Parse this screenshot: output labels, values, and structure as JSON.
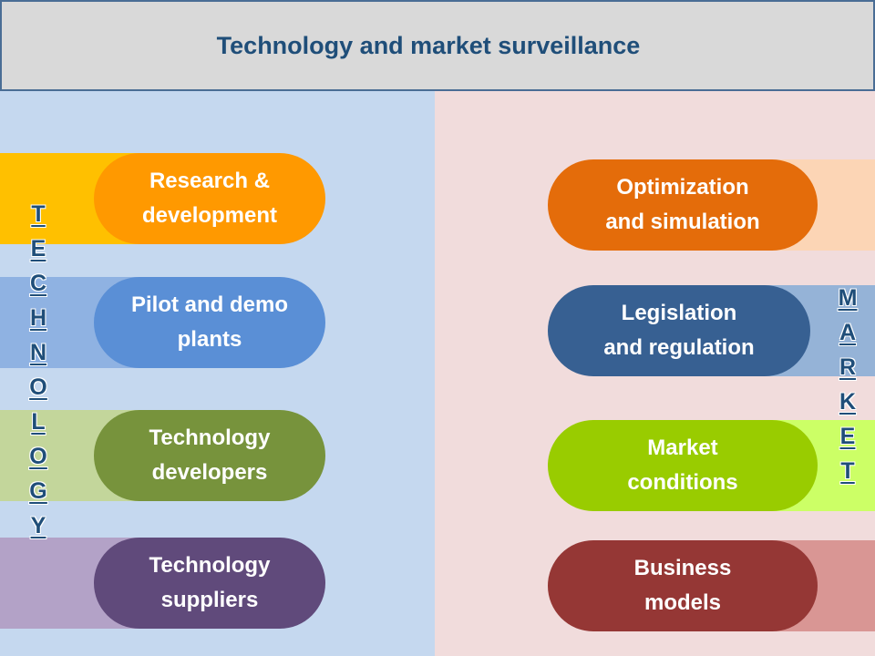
{
  "title": "Technology and market surveillance",
  "technology": {
    "label_letters": [
      "T",
      "E",
      "C",
      "H",
      "N",
      "O",
      "L",
      "O",
      "G",
      "Y"
    ],
    "items": [
      {
        "label": "Research &\ndevelopment",
        "color": "#ff9900",
        "band_color": "#ffc000"
      },
      {
        "label": "Pilot and demo\nplants",
        "color": "#5a8fd6",
        "band_color": "#8fb2e2"
      },
      {
        "label": "Technology\ndevelopers",
        "color": "#77933c",
        "band_color": "#c3d69b"
      },
      {
        "label": "Technology\nsuppliers",
        "color": "#604a7b",
        "band_color": "#b3a2c7"
      }
    ]
  },
  "market": {
    "label_letters": [
      "M",
      "A",
      "R",
      "K",
      "E",
      "T"
    ],
    "items": [
      {
        "label": "Optimization\nand simulation",
        "color": "#e46c0a",
        "band_color": "#fcd5b5"
      },
      {
        "label": "Legislation\nand regulation",
        "color": "#376092",
        "band_color": "#95b3d7"
      },
      {
        "label": "Market\nconditions",
        "color": "#99cc00",
        "band_color": "#ccff66"
      },
      {
        "label": "Business\nmodels",
        "color": "#953735",
        "band_color": "#d99694"
      }
    ]
  }
}
